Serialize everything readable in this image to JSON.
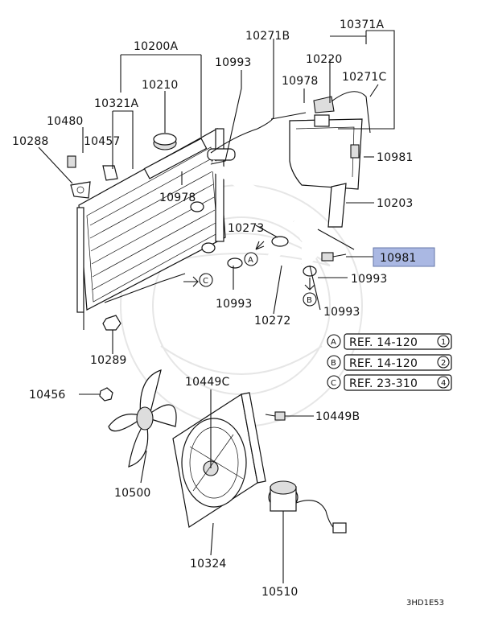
{
  "labels": {
    "l10200A": "10200A",
    "l10210": "10210",
    "l10321A": "10321A",
    "l10480": "10480",
    "l10288": "10288",
    "l10457": "10457",
    "l10271B": "10271B",
    "l10993_top": "10993",
    "l10978_top": "10978",
    "l10220": "10220",
    "l10371A": "10371A",
    "l10271C": "10271C",
    "l10981_top": "10981",
    "l10978_mid": "10978",
    "l10203": "10203",
    "l10273": "10273",
    "l10981_highlight": "10981",
    "l10993_right": "10993",
    "l10993_left": "10993",
    "l10993_lower": "10993",
    "l10272": "10272",
    "l10289": "10289",
    "l10456": "10456",
    "l10449C": "10449C",
    "l10449B": "10449B",
    "l10500": "10500",
    "l10324": "10324",
    "l10510": "10510"
  },
  "refs": [
    {
      "letter": "A",
      "text": "REF. 14-120",
      "num": "1"
    },
    {
      "letter": "B",
      "text": "REF. 14-120",
      "num": "2"
    },
    {
      "letter": "C",
      "text": "REF. 23-310",
      "num": "4"
    }
  ],
  "highlight_color": "#aab8e3",
  "diagram_code": "3HD1E53"
}
